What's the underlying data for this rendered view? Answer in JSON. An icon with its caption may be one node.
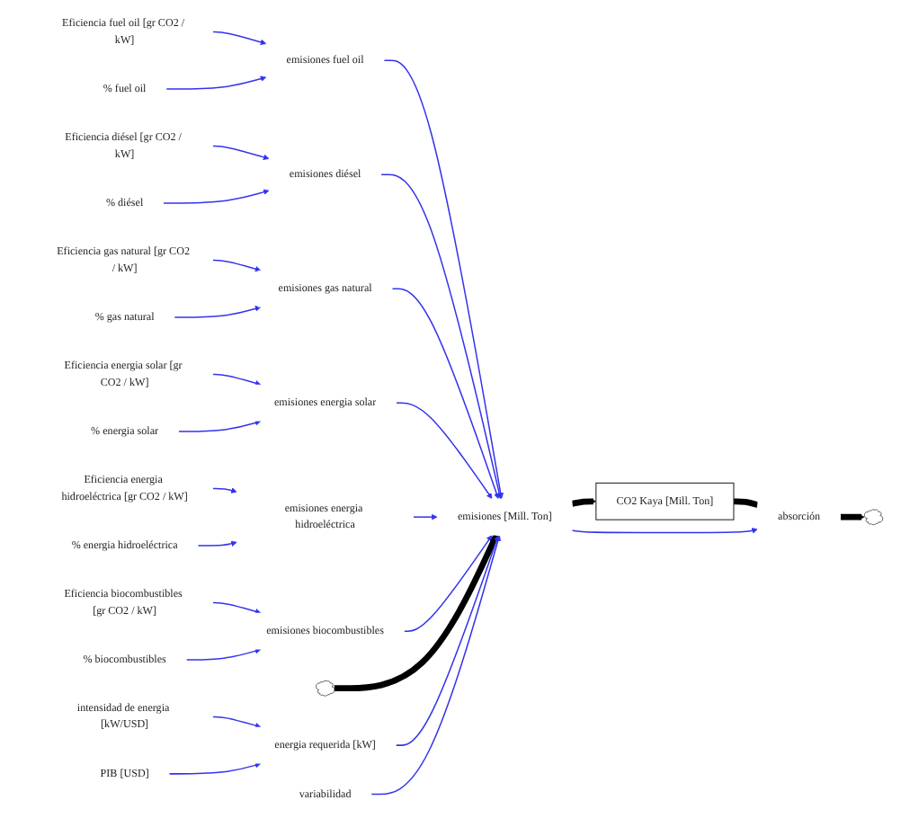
{
  "diagram": {
    "nodes": [
      {
        "text": [
          "Eficiencia fuel oil [gr CO2 / kW]"
        ]
      },
      {
        "text": [
          "emisiones fuel oil"
        ]
      },
      {
        "text": [
          "% fuel oil"
        ]
      },
      {
        "text": [
          "Eficiencia diésel [gr CO2 / kW]"
        ]
      },
      {
        "text": [
          "emisiones diésel"
        ]
      },
      {
        "text": [
          "% diésel"
        ]
      },
      {
        "text": [
          "Eficiencia gas natural [gr CO2 / kW]"
        ]
      },
      {
        "text": [
          "emisiones gas natural"
        ]
      },
      {
        "text": [
          "% gas natural"
        ]
      },
      {
        "text": [
          "Eficiencia energia solar [gr CO2 / kW]"
        ]
      },
      {
        "text": [
          "emisiones energia solar"
        ]
      },
      {
        "text": [
          "% energia solar"
        ]
      },
      {
        "text": [
          "Eficiencia energia hidroeléctrica [gr CO2 / kW]"
        ]
      },
      {
        "text": [
          "emisiones energia hidroeléctrica"
        ]
      },
      {
        "text": [
          "% energia hidroeléctrica"
        ]
      },
      {
        "text": [
          "Eficiencia biocombustibles [gr CO2 / kW]"
        ]
      },
      {
        "text": [
          "emisiones biocombustibles"
        ]
      },
      {
        "text": [
          "% biocombustibles"
        ]
      },
      {
        "text": [],
        "shape": "cloud"
      },
      {
        "text": [
          "emisiones [Mill. Ton]"
        ]
      },
      {
        "text": [
          "CO2 Kaya [Mill. Ton]"
        ]
      },
      {
        "text": [
          "absorción"
        ]
      },
      {
        "text": [],
        "shape": "cloud"
      },
      {
        "text": [
          "intensidad de energia [kW/USD]"
        ]
      },
      {
        "text": [
          "PIB [USD]"
        ]
      },
      {
        "text": [
          "energia requerida [kW]"
        ]
      },
      {
        "text": [
          "variabilidad"
        ]
      }
    ],
    "edges": [
      {
        "from": 0,
        "to": 1,
        "arrow": "to"
      },
      {
        "from": 2,
        "to": 1,
        "arrow": "to"
      },
      {
        "from": 3,
        "to": 4,
        "arrow": "to"
      },
      {
        "from": 5,
        "to": 4,
        "arrow": "to"
      },
      {
        "from": 6,
        "to": 7,
        "arrow": "to"
      },
      {
        "from": 8,
        "to": 7,
        "arrow": "to"
      },
      {
        "from": 9,
        "to": 10,
        "arrow": "to"
      },
      {
        "from": 11,
        "to": 10,
        "arrow": "to"
      },
      {
        "from": 12,
        "to": 13,
        "arrow": "to"
      },
      {
        "from": 14,
        "to": 13,
        "arrow": "to"
      },
      {
        "from": 15,
        "to": 16,
        "arrow": "to"
      },
      {
        "from": 17,
        "to": 16,
        "arrow": "to"
      },
      {
        "from": 1,
        "to": 19,
        "arrow": "to"
      },
      {
        "from": 4,
        "to": 19,
        "arrow": "to"
      },
      {
        "from": 7,
        "to": 19,
        "arrow": "to"
      },
      {
        "from": 10,
        "to": 19,
        "arrow": "to"
      },
      {
        "from": 13,
        "to": 19,
        "arrow": "to"
      },
      {
        "from": 16,
        "to": 19,
        "arrow": "to"
      },
      {
        "from": 18,
        "to": 19,
        "arrow": "none",
        "style": "thick",
        "color": "#000000"
      },
      {
        "from": 19,
        "to": 20,
        "arrow": "to",
        "style": "thick",
        "color": "#000000"
      },
      {
        "from": 20,
        "to": 21,
        "arrow": "none",
        "style": "thick",
        "color": "#000000"
      },
      {
        "from": 21,
        "to": 22,
        "arrow": "to",
        "style": "thick",
        "color": "#000000"
      },
      {
        "from": 23,
        "to": 25,
        "arrow": "to"
      },
      {
        "from": 24,
        "to": 25,
        "arrow": "to"
      },
      {
        "from": 25,
        "to": 19,
        "arrow": "to"
      },
      {
        "from": 26,
        "to": 19,
        "arrow": "to"
      },
      {
        "from": 19,
        "to": 21,
        "arrow": "to"
      }
    ]
  }
}
